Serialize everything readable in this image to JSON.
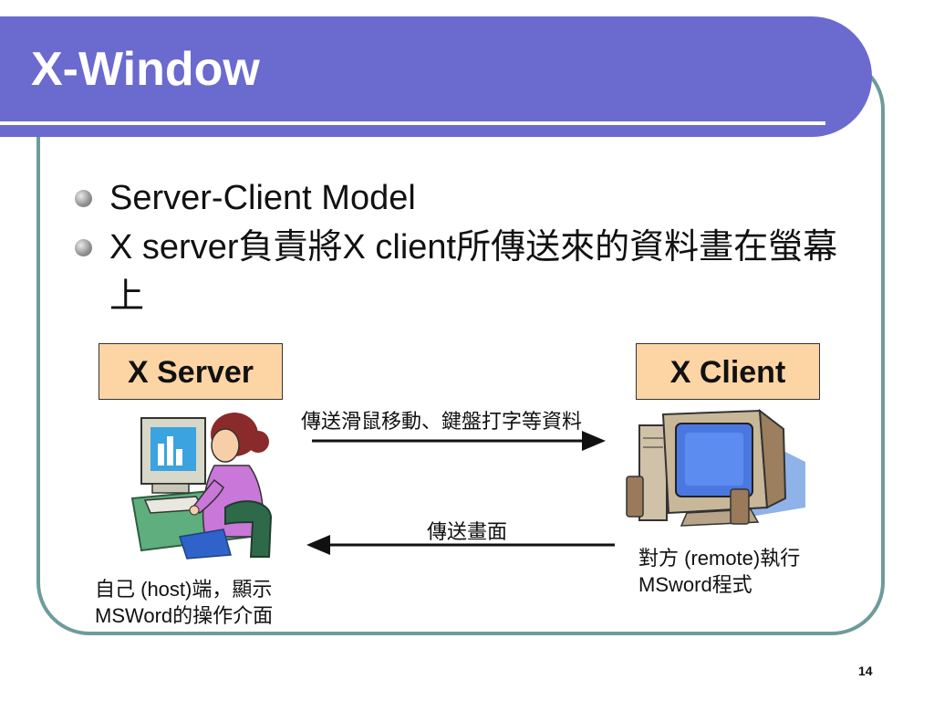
{
  "slide": {
    "title": "X-Window",
    "bullets": [
      "Server-Client Model",
      "X server負責將X client所傳送來的資料畫在螢幕上"
    ],
    "page_number": "14"
  },
  "diagram": {
    "server_label": "X Server",
    "client_label": "X Client",
    "arrow_right_label": "傳送滑鼠移動、鍵盤打字等資料",
    "arrow_left_label": "傳送畫面",
    "server_caption": "自己 (host)端，顯示MSWord的操作介面",
    "client_caption": "對方 (remote)執行MSword程式"
  },
  "icons": {
    "server_illustration": "woman-at-computer-icon",
    "client_illustration": "desktop-computer-icon"
  },
  "colors": {
    "banner": "#6a6acf",
    "frame": "#6e9b9b",
    "box_fill": "#fdd5a5"
  }
}
